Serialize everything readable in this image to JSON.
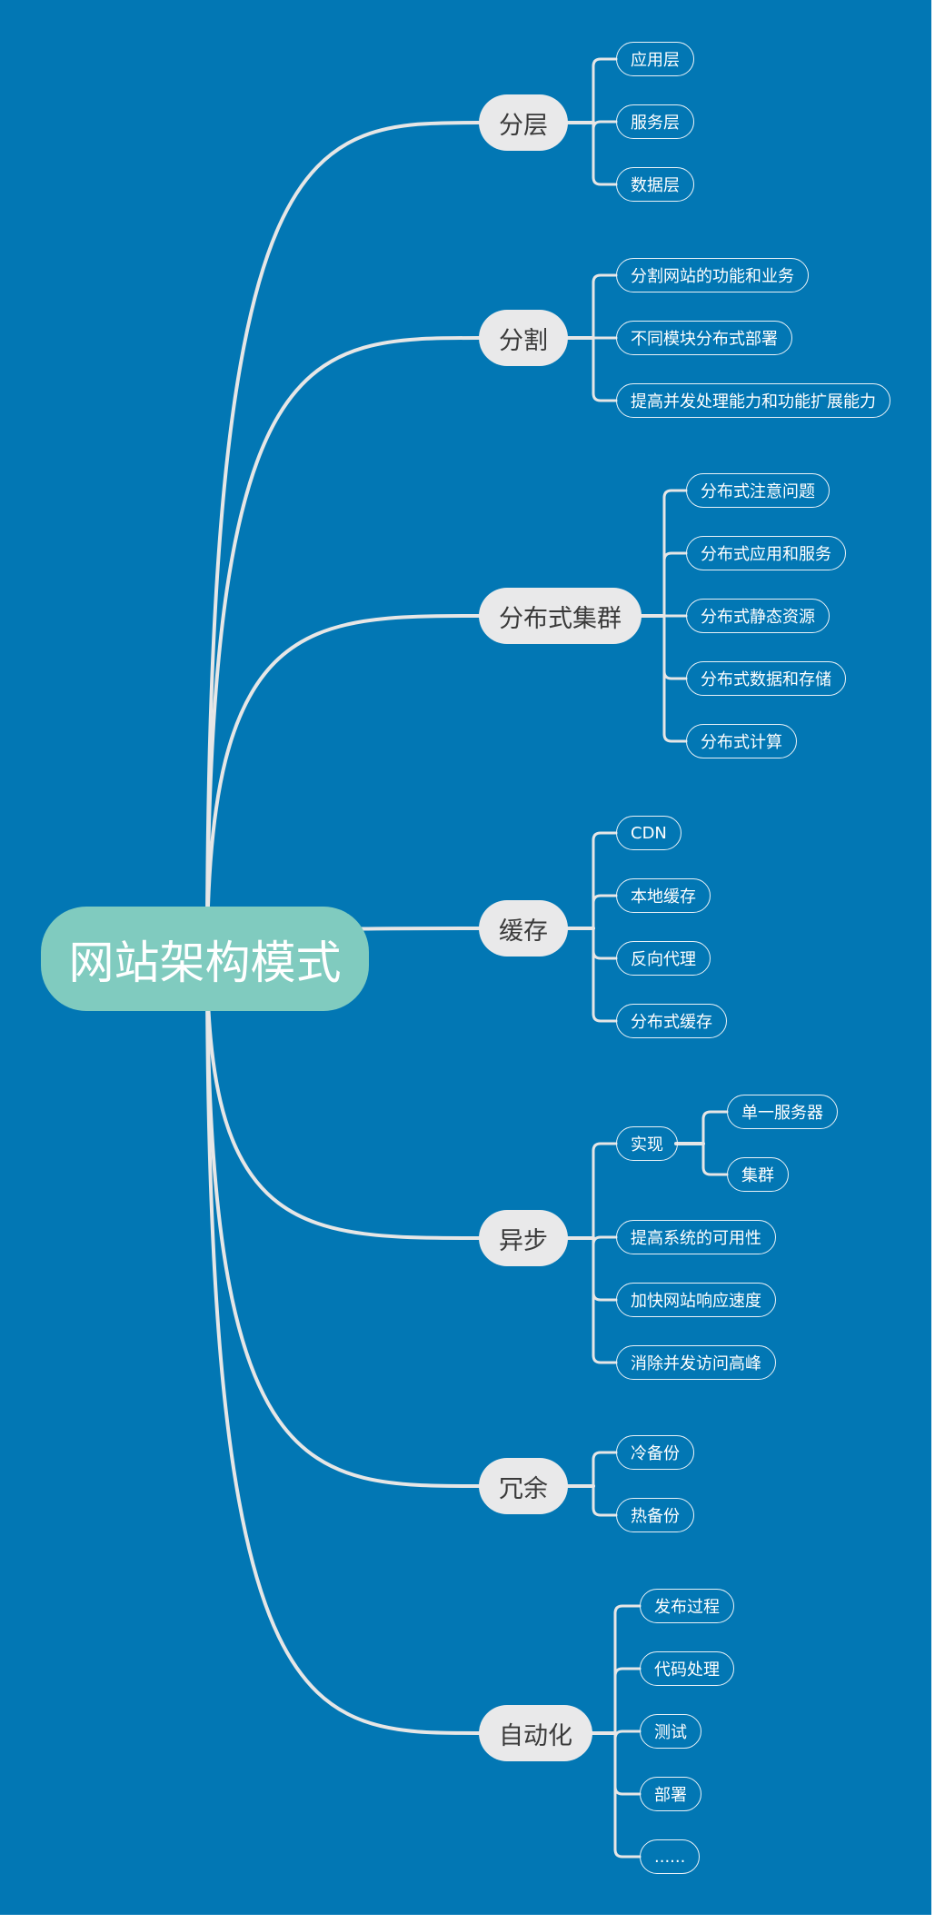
{
  "root": {
    "label": "网站架构模式"
  },
  "colors": {
    "background": "#0277b4",
    "root": "#80cbbf",
    "branch": "#e9e9ea",
    "line": "#e6e6e6"
  },
  "branches": [
    {
      "label": "分层",
      "children": [
        {
          "label": "应用层"
        },
        {
          "label": "服务层"
        },
        {
          "label": "数据层"
        }
      ]
    },
    {
      "label": "分割",
      "children": [
        {
          "label": "分割网站的功能和业务"
        },
        {
          "label": "不同模块分布式部署"
        },
        {
          "label": "提高并发处理能力和功能扩展能力"
        }
      ]
    },
    {
      "label": "分布式集群",
      "children": [
        {
          "label": "分布式注意问题"
        },
        {
          "label": "分布式应用和服务"
        },
        {
          "label": "分布式静态资源"
        },
        {
          "label": "分布式数据和存储"
        },
        {
          "label": "分布式计算"
        }
      ]
    },
    {
      "label": "缓存",
      "children": [
        {
          "label": "CDN"
        },
        {
          "label": "本地缓存"
        },
        {
          "label": "反向代理"
        },
        {
          "label": "分布式缓存"
        }
      ]
    },
    {
      "label": "异步",
      "children": [
        {
          "label": "实现",
          "children": [
            {
              "label": "单一服务器"
            },
            {
              "label": "集群"
            }
          ]
        },
        {
          "label": "提高系统的可用性"
        },
        {
          "label": "加快网站响应速度"
        },
        {
          "label": "消除并发访问高峰"
        }
      ]
    },
    {
      "label": "冗余",
      "children": [
        {
          "label": "冷备份"
        },
        {
          "label": "热备份"
        }
      ]
    },
    {
      "label": "自动化",
      "children": [
        {
          "label": "发布过程"
        },
        {
          "label": "代码处理"
        },
        {
          "label": "测试"
        },
        {
          "label": "部署"
        },
        {
          "label": "......"
        }
      ]
    }
  ]
}
